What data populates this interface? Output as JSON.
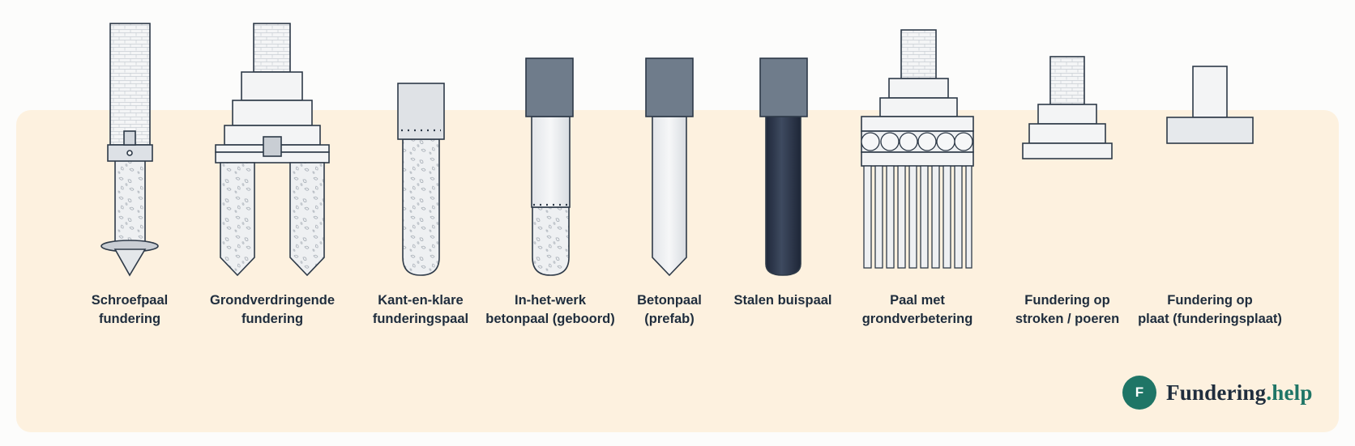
{
  "diagram": {
    "items": [
      {
        "id": "schroefpaal",
        "lines": [
          "Schroefpaal",
          "fundering"
        ]
      },
      {
        "id": "grondverdringende",
        "lines": [
          "Grondverdringende",
          "fundering"
        ]
      },
      {
        "id": "kant-en-klare",
        "lines": [
          "Kant-en-klare",
          "funderingspaal"
        ]
      },
      {
        "id": "in-het-werk",
        "lines": [
          "In-het-werk",
          "betonpaal (geboord)"
        ]
      },
      {
        "id": "betonpaal",
        "lines": [
          "Betonpaal",
          "(prefab)"
        ]
      },
      {
        "id": "stalen-buispaal",
        "lines": [
          "Stalen buispaal"
        ]
      },
      {
        "id": "grondverbetering",
        "lines": [
          "Paal met",
          "grondverbetering"
        ]
      },
      {
        "id": "stroken",
        "lines": [
          "Fundering op",
          "stroken / poeren"
        ]
      },
      {
        "id": "plaat",
        "lines": [
          "Fundering op",
          "plaat (funderingsplaat)"
        ]
      }
    ]
  },
  "brand": {
    "mark": "F",
    "name": "Fundering",
    "suffix": ".help"
  },
  "colors": {
    "soil": "#fdf1df",
    "outline": "#2e3a48",
    "concrete_light": "#eff1f3",
    "steel_gray": "#6f7c8b",
    "steel_dark": "#2a3447",
    "brand_green": "#1f7566",
    "label_text": "#1f2d3d"
  }
}
